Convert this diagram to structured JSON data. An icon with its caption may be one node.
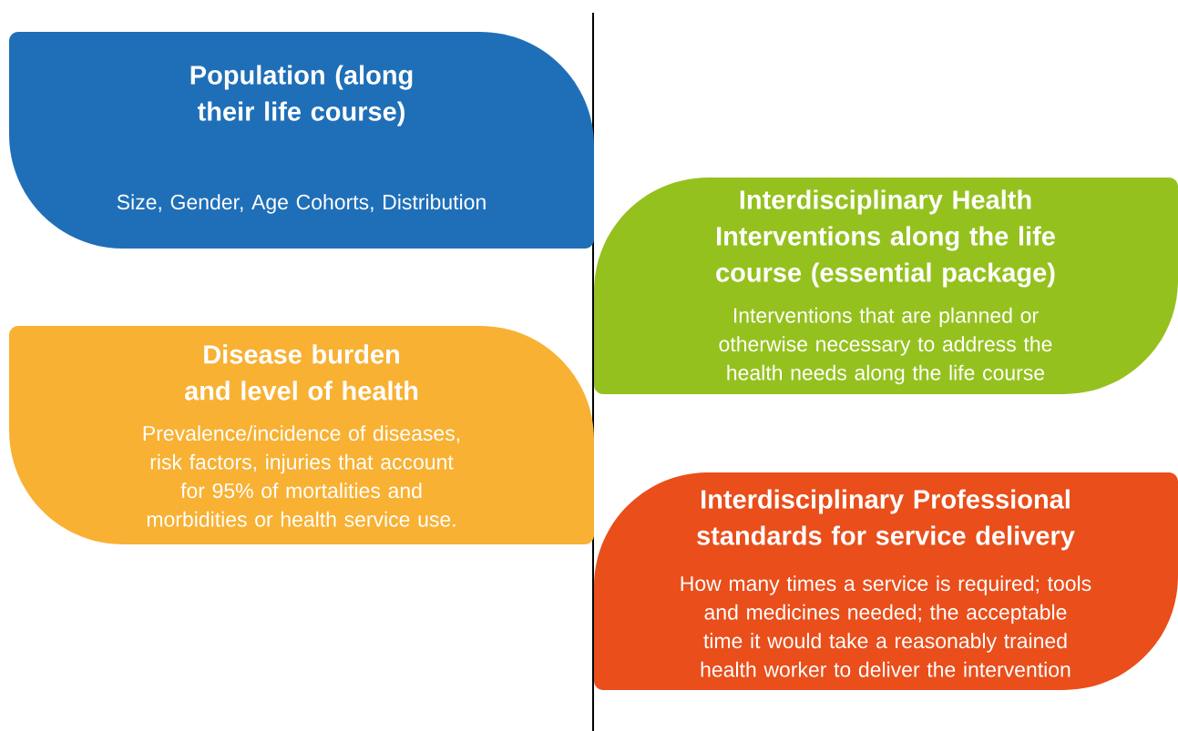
{
  "diagram": {
    "nodes": [
      {
        "text": [
          "Population (along their life course)",
          "Size, Gender, Age Cohorts, Distribution"
        ]
      },
      {
        "text": [
          "Interdisciplinary Health Interventions along the life course (essential package)",
          "Interventions that are planned or otherwise necessary to address the health needs along the life course"
        ]
      },
      {
        "text": [
          "Disease burden and level of health",
          "Prevalence/incidence of diseases, risk factors, injuries that account for 95% of mortalities and morbidities or health service use."
        ]
      },
      {
        "text": [
          "Interdisciplinary Professional standards for service delivery",
          "How many times a service is required; tools and medicines needed; the acceptable time it would take a reasonably trained health worker to deliver the intervention"
        ]
      }
    ]
  }
}
